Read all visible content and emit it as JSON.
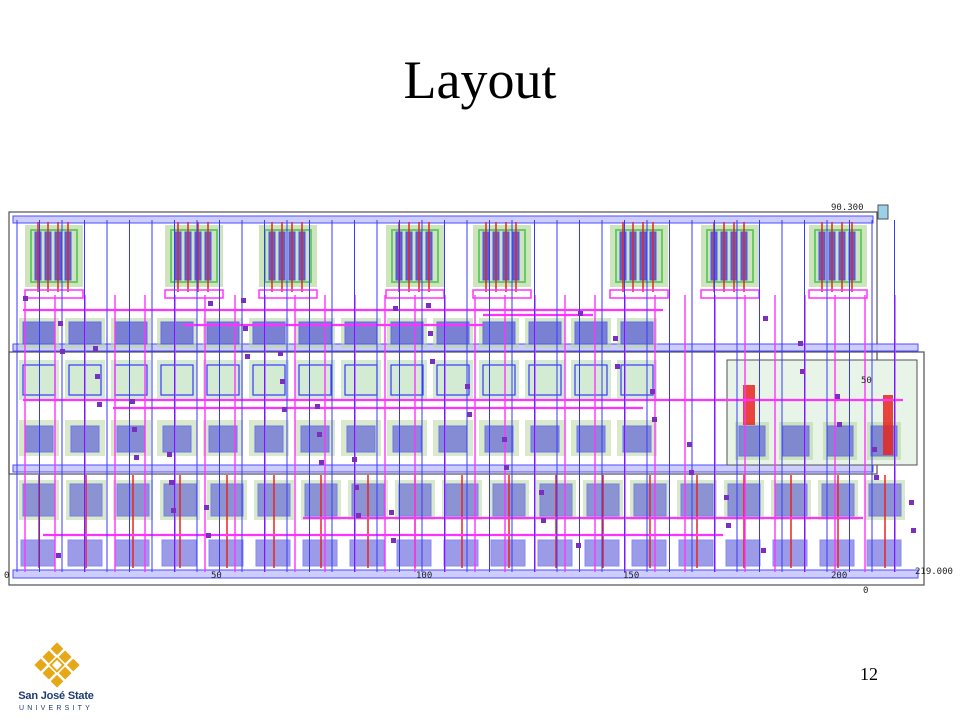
{
  "slide": {
    "title": "Layout",
    "page_number": "12"
  },
  "layout": {
    "labels": {
      "top_right": "90.300",
      "mid_right": "50",
      "bottom_right": "219.000",
      "bottom_zero": "0",
      "origin_x": "0",
      "tick_50": "50",
      "tick_100": "100",
      "tick_150": "150",
      "tick_200": "200"
    },
    "colors": {
      "metal1": "#3a3aff",
      "metal2": "#ff33ff",
      "poly": "#e8251f",
      "diffusion": "#66cc66",
      "nwell": "#b8d8a0",
      "contact": "#7a2fbf",
      "boundary": "#505050"
    }
  },
  "logo": {
    "name": "San José State",
    "subtitle": "UNIVERSITY",
    "gold": "#e6a817",
    "blue": "#1f3b73"
  }
}
